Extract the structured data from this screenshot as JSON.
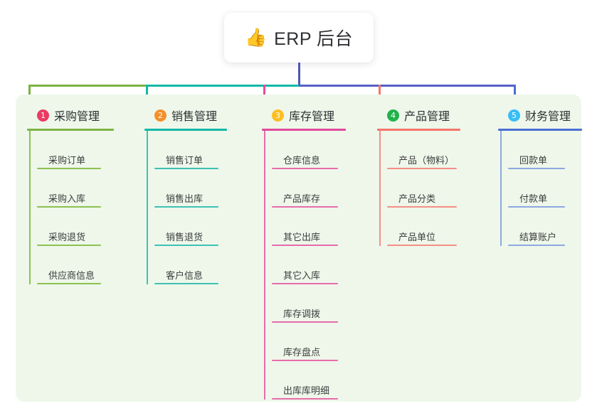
{
  "page": {
    "background": "#ffffff",
    "panel_background": "#eef7ea"
  },
  "root": {
    "emoji": "👍",
    "emoji_name": "thumbs-up-icon",
    "title": "ERP 后台"
  },
  "connector": {
    "stem_color": "#4c56b8",
    "bus_segments": [
      {
        "color": "#7cb342"
      },
      {
        "color": "#14b8a6"
      },
      {
        "color": "#5561c4"
      }
    ],
    "drops": [
      "#7cb342",
      "#14b8a6",
      "#e8499c",
      "#f5756a",
      "#4a6fd4"
    ]
  },
  "columns": [
    {
      "index": "1",
      "title": "采购管理",
      "badge_color": "#ea3b63",
      "rule_color": "#7cb342",
      "line_color": "#8cc152",
      "width": 175,
      "rule_width": 122,
      "leaf_rule_width": 90,
      "items": [
        {
          "label": "采购订单"
        },
        {
          "label": "采购入库"
        },
        {
          "label": "采购退货"
        },
        {
          "label": "供应商信息"
        }
      ]
    },
    {
      "index": "2",
      "title": "销售管理",
      "badge_color": "#f59029",
      "rule_color": "#14b8a6",
      "line_color": "#3ec1b3",
      "width": 165,
      "rule_width": 116,
      "leaf_rule_width": 90,
      "items": [
        {
          "label": "销售订单"
        },
        {
          "label": "销售出库"
        },
        {
          "label": "销售退货"
        },
        {
          "label": "客户信息"
        }
      ]
    },
    {
      "index": "3",
      "title": "库存管理",
      "badge_color": "#fbbf24",
      "rule_color": "#e0499c",
      "line_color": "#e86bab",
      "width": 167,
      "rule_width": 118,
      "leaf_rule_width": 93,
      "items": [
        {
          "label": "仓库信息"
        },
        {
          "label": "产品库存"
        },
        {
          "label": "其它出库"
        },
        {
          "label": "其它入库"
        },
        {
          "label": "库存调拨"
        },
        {
          "label": "库存盘点"
        },
        {
          "label": "出库库明细"
        }
      ]
    },
    {
      "index": "4",
      "title": "产品管理",
      "badge_color": "#22b24c",
      "rule_color": "#f5756a",
      "line_color": "#f58f86",
      "width": 162,
      "rule_width": 117,
      "leaf_rule_width": 98,
      "items": [
        {
          "label": "产品（物料）"
        },
        {
          "label": "产品分类"
        },
        {
          "label": "产品单位"
        }
      ]
    },
    {
      "index": "5",
      "title": "财务管理",
      "badge_color": "#38bdf8",
      "rule_color": "#4a6fd4",
      "line_color": "#8da8e0",
      "width": 130,
      "rule_width": 118,
      "leaf_rule_width": 80,
      "items": [
        {
          "label": "回款单"
        },
        {
          "label": "付款单"
        },
        {
          "label": "结算账户"
        }
      ]
    }
  ]
}
